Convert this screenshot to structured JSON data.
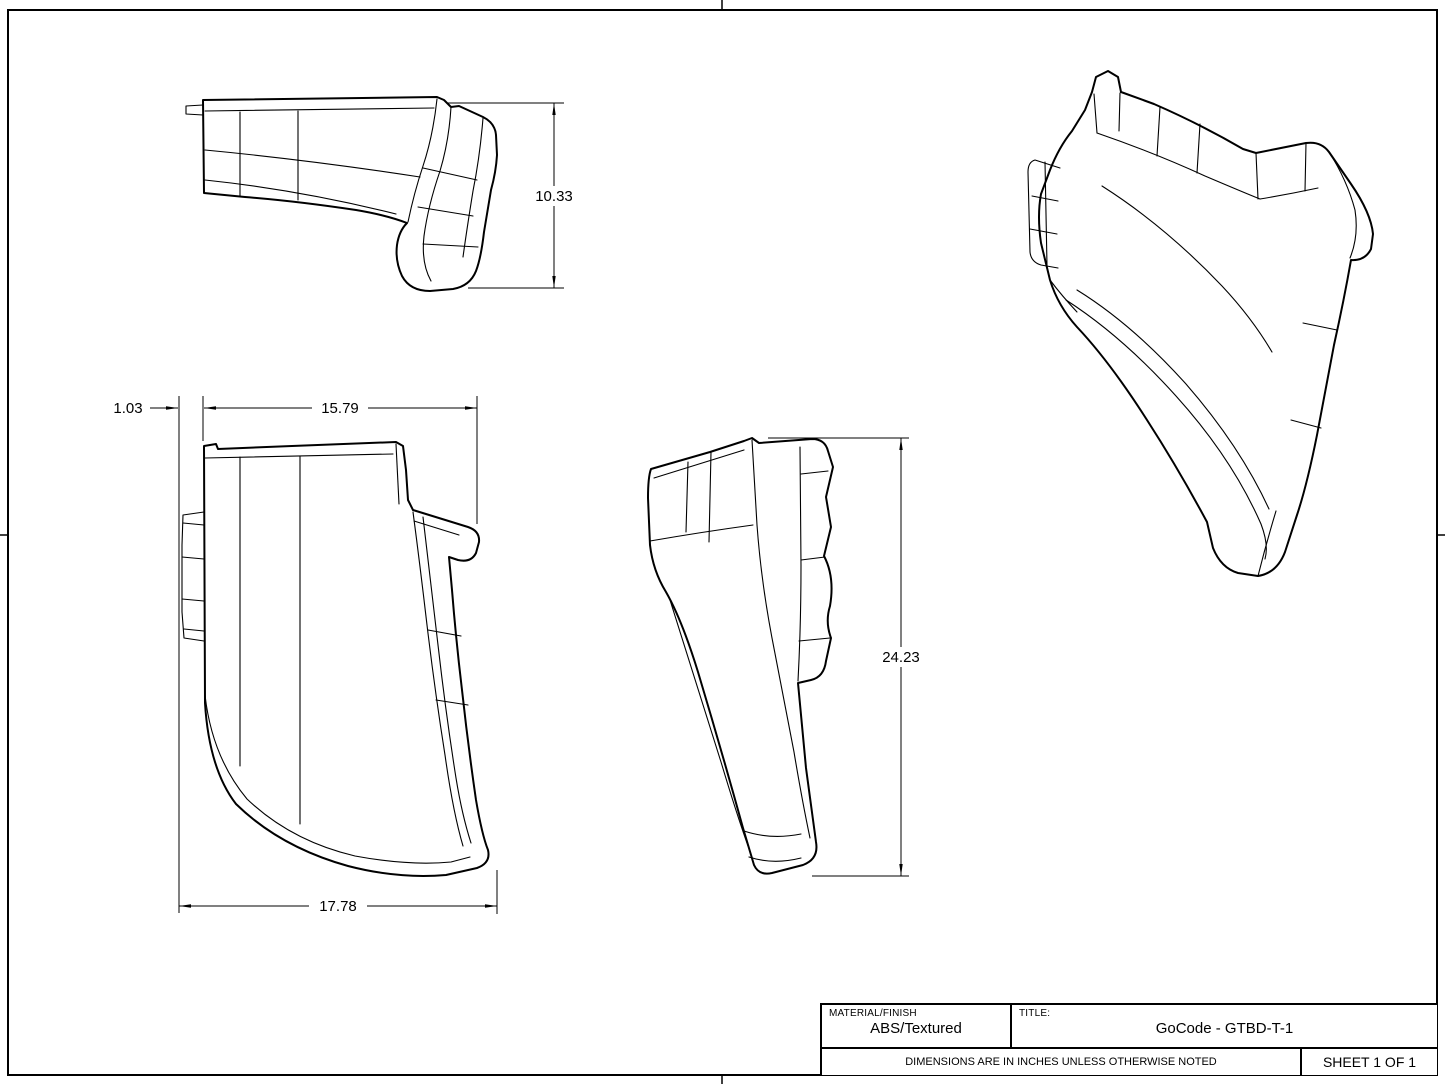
{
  "sheet": {
    "background": "#ffffff",
    "line_color": "#000000"
  },
  "dimensions": {
    "side_view_height": "10.33",
    "flange_offset": "1.03",
    "top_width": "15.79",
    "bottom_width": "17.78",
    "overall_height": "24.23"
  },
  "title_block": {
    "material_label": "MATERIAL/FINISH",
    "material_value": "ABS/Textured",
    "title_label": "TITLE:",
    "title_value": "GoCode - GTBD-T-1",
    "units_note": "DIMENSIONS ARE IN INCHES UNLESS OTHERWISE NOTED",
    "sheet_label": "SHEET 1 OF 1"
  }
}
